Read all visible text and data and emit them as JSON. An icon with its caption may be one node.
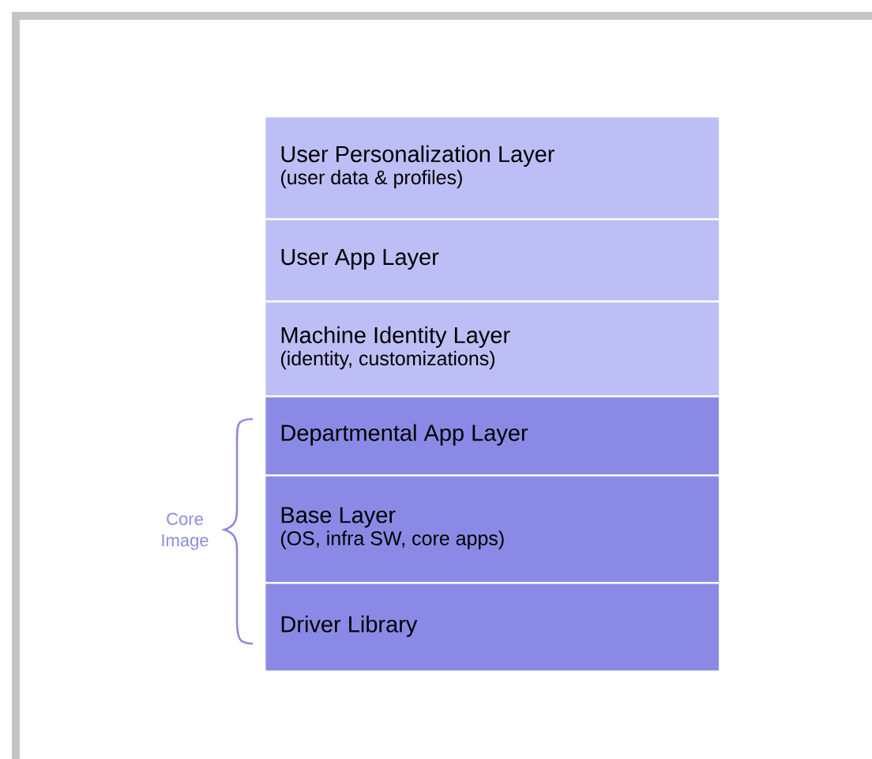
{
  "diagram": {
    "nodes": [
      {
        "text": [
          "User Personalization Layer",
          "(user data & profiles)"
        ]
      },
      {
        "text": [
          "User App Layer"
        ]
      },
      {
        "text": [
          "Machine Identity Layer",
          "(identity, customizations)"
        ]
      },
      {
        "text": [
          "Departmental App Layer"
        ]
      },
      {
        "text": [
          "Base Layer",
          "(OS, infra SW, core apps)"
        ]
      },
      {
        "text": [
          "Driver Library"
        ]
      }
    ],
    "labels": [
      "Core Image"
    ]
  }
}
